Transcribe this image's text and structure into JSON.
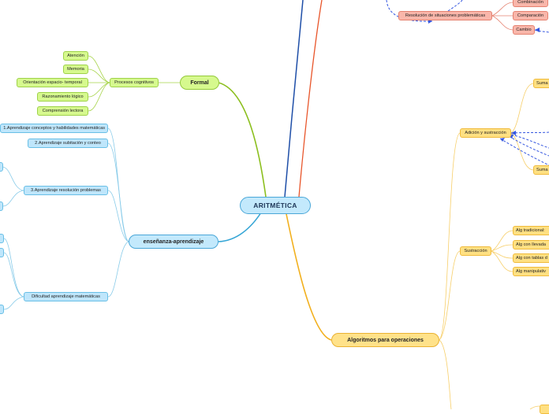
{
  "central": "ARITMÉTICA",
  "formal": {
    "label": "Formal",
    "procesos": "Procesos cognitivos",
    "items": [
      "Atención",
      "Memoria",
      "Orientación espacio- temporal",
      "Razonamiento lógico",
      "Comprensión lectora"
    ]
  },
  "ensenanza": {
    "label": "enseñanza-aprendizaje",
    "items": [
      "1.Aprendizaje conceptos y habilidades matemáticas",
      "2.Aprendizaje subitación y conteo",
      "3.Aprendizaje resolución problemas",
      "Dificultad aprendizaje matemáticas"
    ]
  },
  "algoritmos": {
    "label": "Algoritmos para operaciones",
    "adicion": "Adición y sustracción",
    "suma1": "Suma",
    "suma2": "Suma",
    "sustraccion": "Sustracción",
    "sust_items": [
      "Alg tradicional:",
      "Alg con llevada",
      "Alg con tablas d",
      "Alg manipulativ"
    ]
  },
  "resolucion": {
    "label": "Resolución de situaciones problemáticas",
    "items": [
      "Combinación",
      "Comparación",
      "Cambio"
    ]
  },
  "colors": {
    "green_branch": "#8cbf1f",
    "blue_branch": "#36a6d6",
    "yellow_branch": "#f2b01e",
    "navy_branch": "#1f4fa8",
    "orange_branch": "#e8552a",
    "dashed_link": "#3557e0"
  }
}
